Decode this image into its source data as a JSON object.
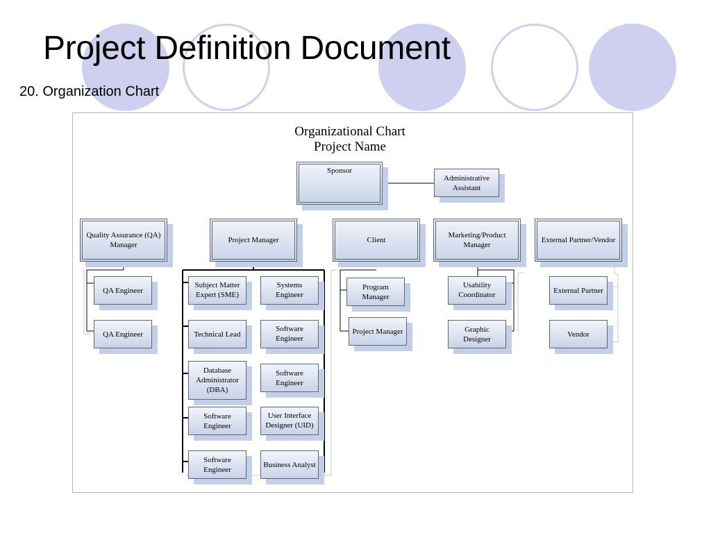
{
  "slide": {
    "title": "Project Definition Document",
    "subtitle": "20. Organization Chart"
  },
  "chart": {
    "title_line1": "Organizational Chart",
    "title_line2": "Project Name"
  },
  "nodes": {
    "sponsor": "Sponsor",
    "admin_assistant": "Administrative Assistant",
    "qa_manager": "Quality Assurance (QA) Manager",
    "project_manager": "Project Manager",
    "client": "Client",
    "marketing_manager": "Marketing/Product Manager",
    "external_partner_vendor": "External Partner/Vendor",
    "qa_engineer_1": "QA Engineer",
    "qa_engineer_2": "QA Engineer",
    "sme": "Subject Matter Expert (SME)",
    "technical_lead": "Technical Lead",
    "dba": "Database Administrator (DBA)",
    "pm_software_engineer_1": "Software Engineer",
    "pm_software_engineer_2": "Software Engineer",
    "systems_engineer": "Systems Engineer",
    "software_engineer_3": "Software Engineer",
    "software_engineer_4": "Software Engineer",
    "ui_designer": "User Interface Designer (UID)",
    "business_analyst": "Business Analyst",
    "program_manager": "Program Manager",
    "client_project_manager": "Project Manager",
    "usability_coordinator": "Usability Coordinator",
    "graphic_designer": "Graphic Designer",
    "external_partner": "External Partner",
    "vendor": "Vendor"
  },
  "colors": {
    "decor_circle": "#cfcfef",
    "node_gradient_top": "#f2f4fa",
    "node_gradient_bottom": "#c9d3e8",
    "node_shadow": "#c3cfe6",
    "node_border": "#5e6570"
  }
}
